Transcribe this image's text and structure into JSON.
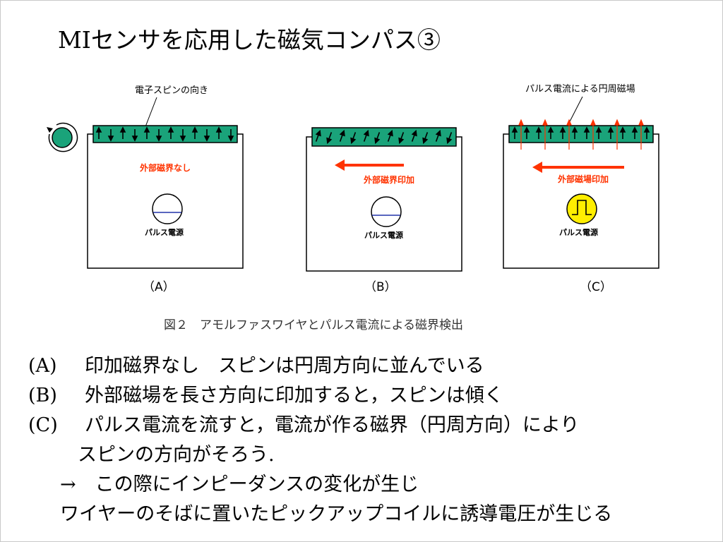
{
  "title": "MIセンサを応用した磁気コンパス③",
  "figure": {
    "spin_direction_label": "電子スピンの向き",
    "circumferential_field_label": "パルス電流による円周磁場",
    "panels": [
      {
        "field_label": "外部磁界なし",
        "power_label": "パルス電源",
        "caption": "（A）"
      },
      {
        "field_label": "外部磁界印加",
        "power_label": "パルス電源",
        "caption": "（B）"
      },
      {
        "field_label": "外部磁場印加",
        "power_label": "パルス電源",
        "caption": "（C）"
      }
    ],
    "caption": "図２　アモルファスワイヤとパルス電流による磁界検出",
    "colors": {
      "wire": "#1aa37a",
      "arrow_red": "#ff3300",
      "field_text": "#ff3300",
      "pulse_fill": "#ffee00",
      "wave_line": "#2233aa"
    }
  },
  "notes": [
    {
      "label": "(A)",
      "text": "印加磁界なし　スピンは円周方向に並んでいる"
    },
    {
      "label": "(B)",
      "text": "外部磁場を長さ方向に印加すると，スピンは傾く"
    },
    {
      "label": "(C)",
      "text": "パルス電流を流すと，電流が作る磁界（円周方向）により"
    },
    {
      "text": "スピンの方向がそろう."
    },
    {
      "text": "→　この際にインピーダンスの変化が生じ"
    },
    {
      "text": "ワイヤーのそばに置いたピックアップコイルに誘導電圧が生じる"
    }
  ]
}
